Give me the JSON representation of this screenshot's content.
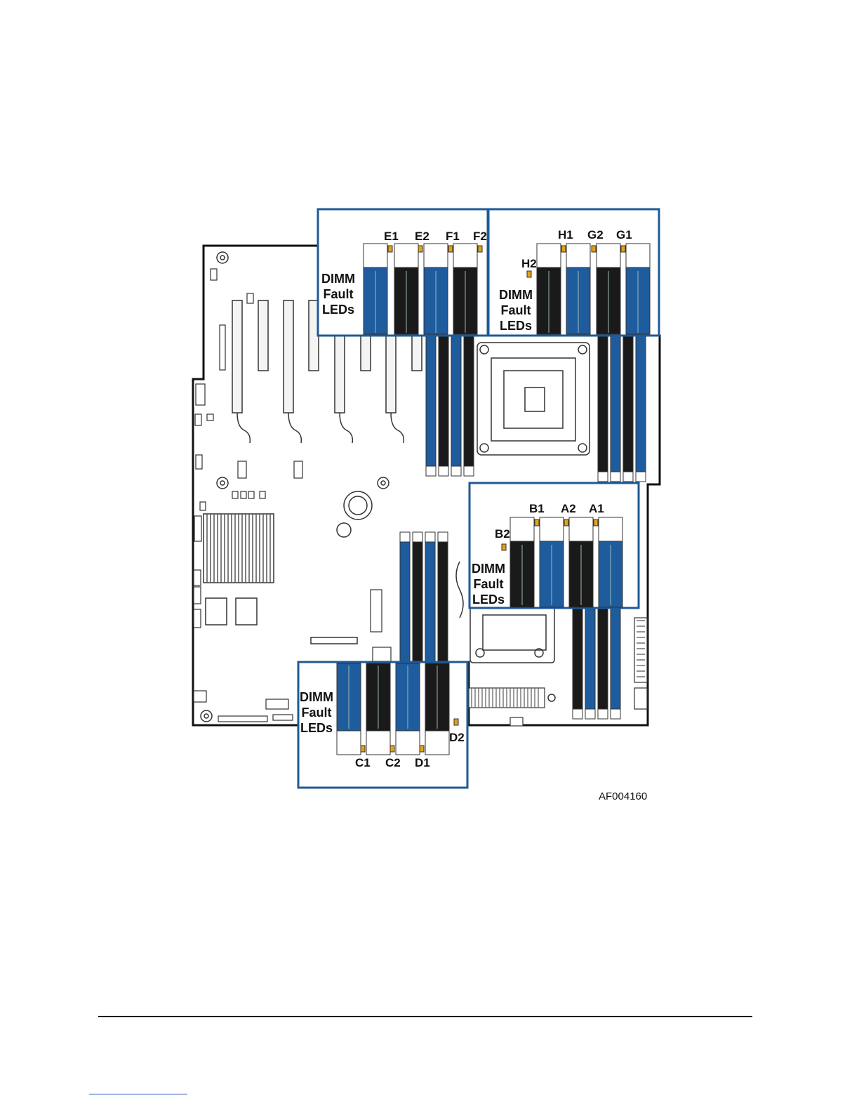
{
  "colors": {
    "callout_border": "#1f5a96",
    "dimm_blue": "#1e5c9e",
    "dimm_black": "#1a1a1a",
    "led_amber": "#e3a21a",
    "board_outline": "#111111"
  },
  "figure": {
    "id_code": "AF004160"
  },
  "callouts": [
    {
      "name": "callout-top-left",
      "caption": [
        "DIMM",
        "Fault",
        "LEDs"
      ],
      "slots": [
        "E1",
        "E2",
        "F1",
        "F2"
      ]
    },
    {
      "name": "callout-top-right",
      "caption": [
        "DIMM",
        "Fault",
        "LEDs"
      ],
      "slots": [
        "H1",
        "G2",
        "G1",
        "H2"
      ]
    },
    {
      "name": "callout-middle-right",
      "caption": [
        "DIMM",
        "Fault",
        "LEDs"
      ],
      "slots": [
        "B1",
        "A2",
        "A1",
        "B2"
      ]
    },
    {
      "name": "callout-bottom",
      "caption": [
        "DIMM",
        "Fault",
        "LEDs"
      ],
      "slots": [
        "C1",
        "C2",
        "D1",
        "D2"
      ]
    }
  ]
}
